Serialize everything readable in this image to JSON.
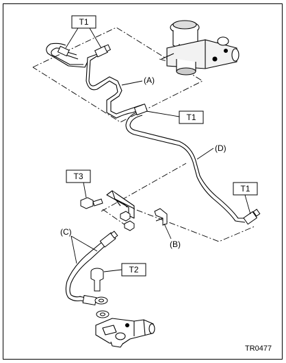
{
  "labels": {
    "t1_top": "T1",
    "t1_mid": "T1",
    "t1_right": "T1",
    "t2": "T2",
    "t3": "T3",
    "a": "(A)",
    "b": "(B)",
    "c": "(C)",
    "d": "(D)"
  },
  "figure_code": "TR0477"
}
